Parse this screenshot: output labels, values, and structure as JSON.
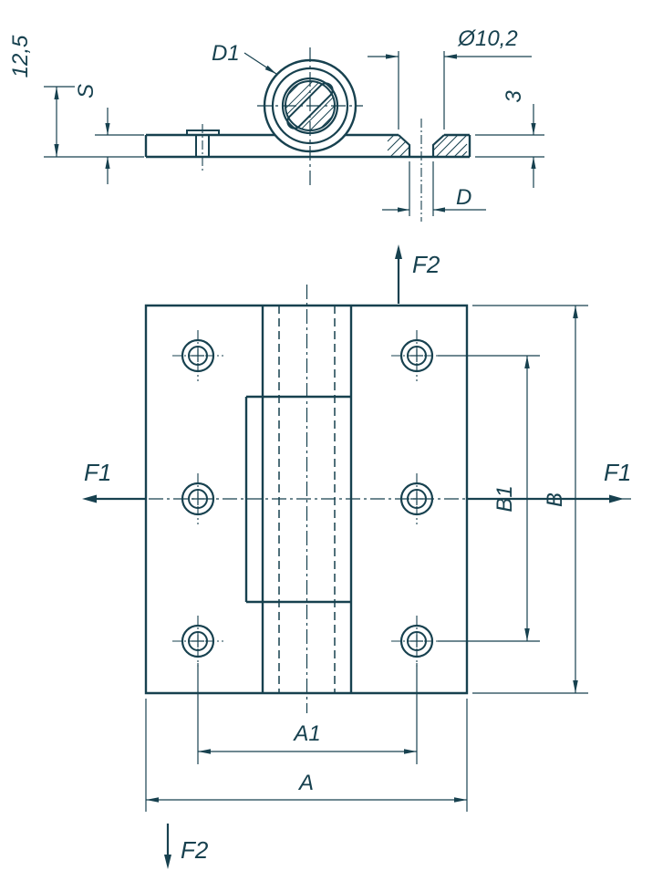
{
  "colors": {
    "line": "#17414f",
    "background": "#ffffff"
  },
  "top_view": {
    "dim_height": "12,5",
    "dim_thickness": "S",
    "dim_barrel_diameter": "D1",
    "dim_counterbore_diameter": "Ø10,2",
    "dim_countersink_depth": "3",
    "dim_hole_diameter": "D"
  },
  "front_view": {
    "force_up": "F2",
    "force_down": "F2",
    "force_left": "F1",
    "force_right": "F1",
    "dim_hole_spacing_vertical": "B1",
    "dim_total_height": "B",
    "dim_hole_spacing_horizontal": "A1",
    "dim_total_width": "A"
  }
}
